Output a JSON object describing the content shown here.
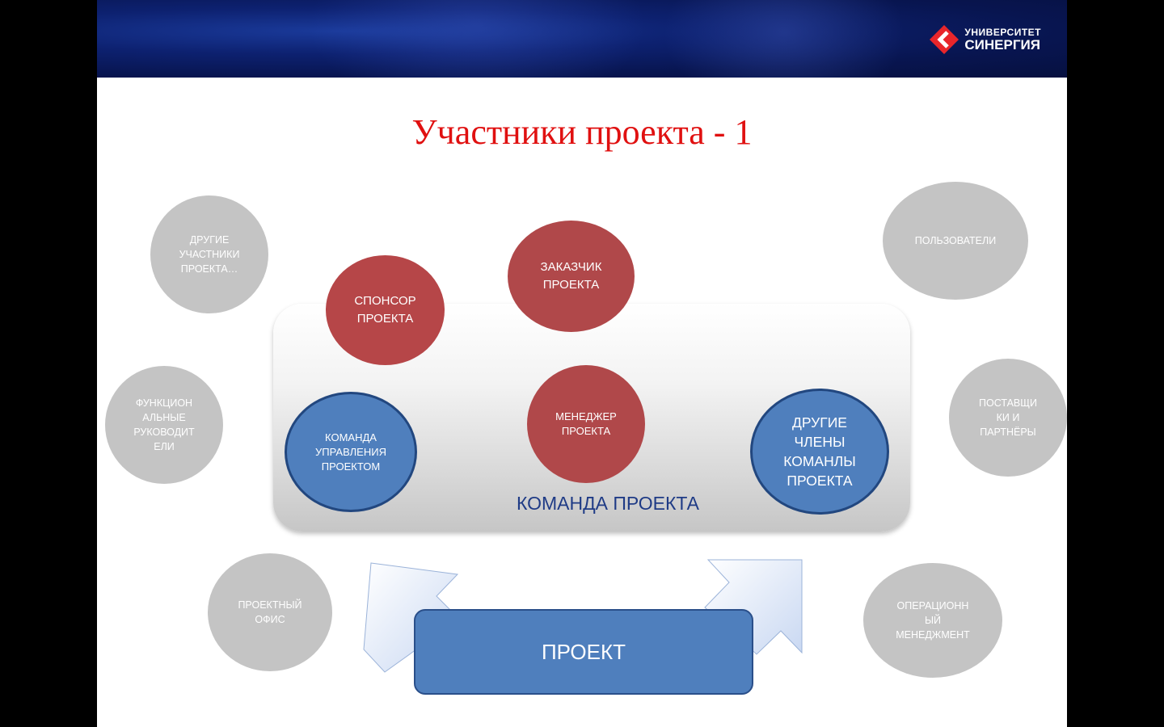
{
  "logo": {
    "line1": "УНИВЕРСИТЕТ",
    "line2": "СИНЕРГИЯ"
  },
  "title": "Участники проекта - 1",
  "team": {
    "label": "КОМАНДА ПРОЕКТА",
    "sponsor": "СПОНСОР ПРОЕКТА",
    "customer": "ЗАКАЗЧИК ПРОЕКТА",
    "manager": "МЕНЕДЖЕР ПРОЕКТА",
    "management_team": "КОМАНДА УПРАВЛЕНИЯ ПРОЕКТОМ",
    "other_members": "ДРУГИЕ ЧЛЕНЫ КОМАНЛЫ ПРОЕКТА"
  },
  "external": {
    "other_participants": "ДРУГИЕ УЧАСТНИКИ ПРОЕКТА…",
    "functional_managers": "ФУНКЦИОН АЛЬНЫЕ РУКОВОДИТ ЕЛИ",
    "project_office": "ПРОЕКТНЫЙ ОФИС",
    "users": "ПОЛЬЗОВАТЕЛИ",
    "suppliers": "ПОСТАВЩИ КИ И ПАРТНЁРЫ",
    "operations": "ОПЕРАЦИОНН ЫЙ МЕНЕДЖМЕНТ"
  },
  "project": "ПРОЕКТ",
  "colors": {
    "title": "#e01010",
    "grey_circle": "#c4c4c4",
    "red_circle": "#b0484a",
    "blue_circle": "#4f7fbd",
    "team_label": "#1f3b86"
  }
}
